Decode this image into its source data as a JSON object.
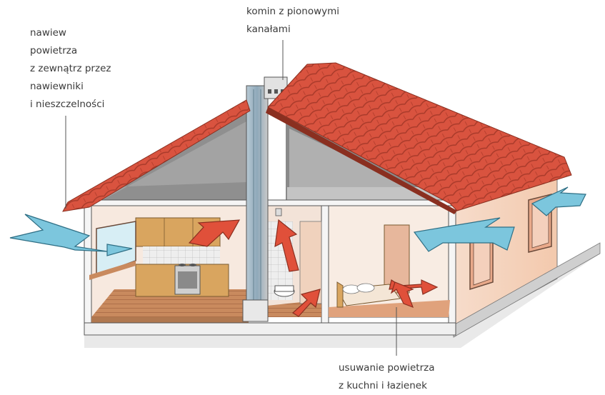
{
  "labels": {
    "intake": [
      "nawiew",
      "powietrza",
      "z zewnątrz przez",
      "nawiewniki",
      "i nieszczelności"
    ],
    "chimney": [
      "komin z pionowymi",
      "kanałami"
    ],
    "exhaust": [
      "usuwanie powietrza",
      "z kuchni i łazienek"
    ]
  },
  "colors": {
    "roof": "#d9533f",
    "roof_dark": "#b8402f",
    "attic": "#8a8a8a",
    "attic_light": "#b5b5b5",
    "wall": "#f2d6c4",
    "wall_shade": "#e7b79c",
    "floor": "#c98a5e",
    "cabinet": "#d9a55f",
    "chimney": "#9db3c2",
    "intake_arrow": "#7cc6dd",
    "exhaust_arrow": "#e0503a",
    "outline": "#4a4a4a"
  }
}
